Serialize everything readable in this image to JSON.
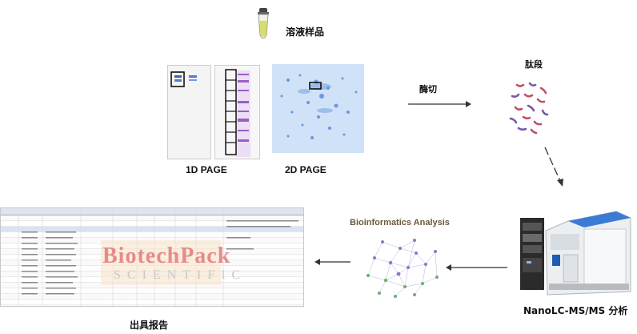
{
  "labels": {
    "sample": "溶液样品",
    "page1d": "1D PAGE",
    "page2d": "2D PAGE",
    "digest": "酶切",
    "peptides": "肽段",
    "instrument": "NanoLC-MS/MS 分析",
    "bioinf": "Bioinformatics Analysis",
    "report": "出具报告"
  },
  "watermark": {
    "line1": "BiotechPack",
    "line2": "SCIENTIFIC"
  },
  "colors": {
    "gel_blue": "#4a73c8",
    "gel_purple": "#9b5fc0",
    "arrow": "#333333",
    "peptide_red": "#c0506a",
    "peptide_purple": "#7a5aa8",
    "network_purple": "#8a7ac8",
    "network_green": "#6fae6c",
    "bioinf_text": "#6b5a3a"
  },
  "icons": [
    "tube-icon",
    "gel-icon",
    "peptide-icon",
    "network-icon",
    "mass-spectrometer-icon",
    "spreadsheet-icon"
  ]
}
